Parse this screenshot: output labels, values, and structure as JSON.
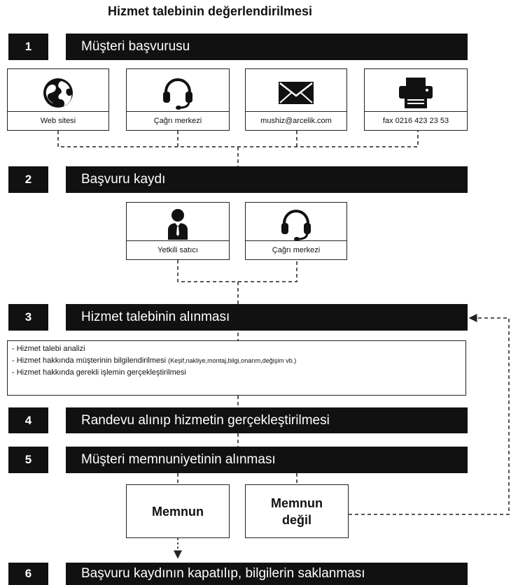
{
  "title": "Hizmet talebinin değerlendirilmesi",
  "steps": [
    {
      "num": "1",
      "label": "Müşteri başvurusu"
    },
    {
      "num": "2",
      "label": "Başvuru kaydı"
    },
    {
      "num": "3",
      "label": "Hizmet talebinin alınması"
    },
    {
      "num": "4",
      "label": "Randevu alınıp hizmetin gerçekleştirilmesi"
    },
    {
      "num": "5",
      "label": "Müşteri memnuniyetinin alınması"
    },
    {
      "num": "6",
      "label": "Başvuru kaydının kapatılıp, bilgilerin saklanması"
    }
  ],
  "channels": [
    {
      "label": "Web sitesi",
      "icon": "globe-icon"
    },
    {
      "label": "Çağrı merkezi",
      "icon": "headset-icon"
    },
    {
      "label": "mushiz@arcelik.com",
      "icon": "envelope-icon"
    },
    {
      "label": "fax 0216 423 23 53",
      "icon": "fax-icon"
    }
  ],
  "registrars": [
    {
      "label": "Yetkili satıcı",
      "icon": "person-icon"
    },
    {
      "label": "Çağrı merkezi",
      "icon": "headset-icon"
    }
  ],
  "service_items": [
    {
      "text": "- Hizmet talebi analizi",
      "note": ""
    },
    {
      "text": "- Hizmet hakkında müşterinin bilgilendirilmesi ",
      "note": "(Keşif,nakliye,montaj,bilgi,onarım,değişim vb.)"
    },
    {
      "text": "- Hizmet hakkında gerekli işlemin gerçekleştirilmesi",
      "note": ""
    }
  ],
  "outcomes": {
    "satisfied": "Memnun",
    "not_satisfied_line1": "Memnun",
    "not_satisfied_line2": "değil"
  }
}
